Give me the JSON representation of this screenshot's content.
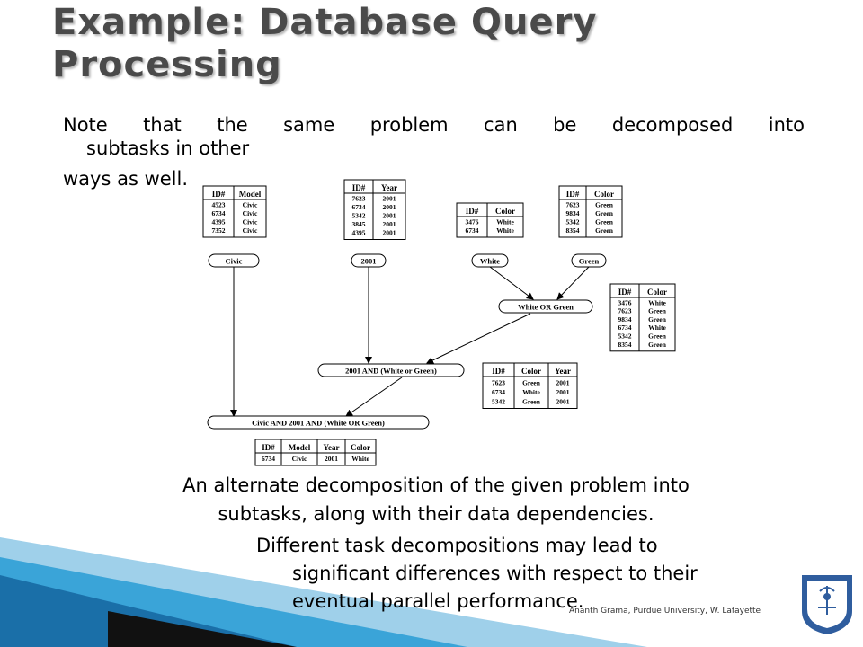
{
  "title": {
    "line1": "Example: Database Query",
    "line2": "Processing"
  },
  "note": {
    "line1": "Note that the same problem can be decomposed into",
    "line1b": "subtasks in other",
    "line2": "ways as well."
  },
  "tables": {
    "model": {
      "headers": [
        "ID#",
        "Model"
      ],
      "rows": [
        [
          "4523",
          "Civic"
        ],
        [
          "6734",
          "Civic"
        ],
        [
          "4395",
          "Civic"
        ],
        [
          "7352",
          "Civic"
        ]
      ]
    },
    "year": {
      "headers": [
        "ID#",
        "Year"
      ],
      "rows": [
        [
          "7623",
          "2001"
        ],
        [
          "6734",
          "2001"
        ],
        [
          "5342",
          "2001"
        ],
        [
          "3845",
          "2001"
        ],
        [
          "4395",
          "2001"
        ]
      ]
    },
    "white": {
      "headers": [
        "ID#",
        "Color"
      ],
      "rows": [
        [
          "3476",
          "White"
        ],
        [
          "6734",
          "White"
        ]
      ]
    },
    "green": {
      "headers": [
        "ID#",
        "Color"
      ],
      "rows": [
        [
          "7623",
          "Green"
        ],
        [
          "9834",
          "Green"
        ],
        [
          "5342",
          "Green"
        ],
        [
          "8354",
          "Green"
        ]
      ]
    },
    "white_or_green": {
      "headers": [
        "ID#",
        "Color"
      ],
      "rows": [
        [
          "3476",
          "White"
        ],
        [
          "7623",
          "Green"
        ],
        [
          "9834",
          "Green"
        ],
        [
          "6734",
          "White"
        ],
        [
          "5342",
          "Green"
        ],
        [
          "8354",
          "Green"
        ]
      ]
    },
    "year_and_color": {
      "headers": [
        "ID#",
        "Color",
        "Year"
      ],
      "rows": [
        [
          "7623",
          "Green",
          "2001"
        ],
        [
          "6734",
          "White",
          "2001"
        ],
        [
          "5342",
          "Green",
          "2001"
        ]
      ]
    },
    "final": {
      "headers": [
        "ID#",
        "Model",
        "Year",
        "Color"
      ],
      "rows": [
        [
          "6734",
          "Civic",
          "2001",
          "White"
        ]
      ]
    }
  },
  "nodes": {
    "civic": "Civic",
    "year2001": "2001",
    "white": "White",
    "green": "Green",
    "white_or_green": "White OR Green",
    "and1": "2001 AND (White or Green)",
    "and2": "Civic AND 2001 AND (White OR Green)"
  },
  "caption": {
    "line1": "An alternate decomposition of the given problem into",
    "line2": "subtasks, along with their data dependencies.",
    "p2_line1": "Different task decompositions may lead to",
    "p2_line2": "significant differences with respect to their",
    "p2_line3": "eventual parallel performance."
  },
  "footer": "Ananth Grama, Purdue University, W. Lafayette",
  "colors": {
    "title": "#4a4a4a",
    "accent_bar": "#1a8fc4",
    "seal": "#2f5d9e"
  }
}
